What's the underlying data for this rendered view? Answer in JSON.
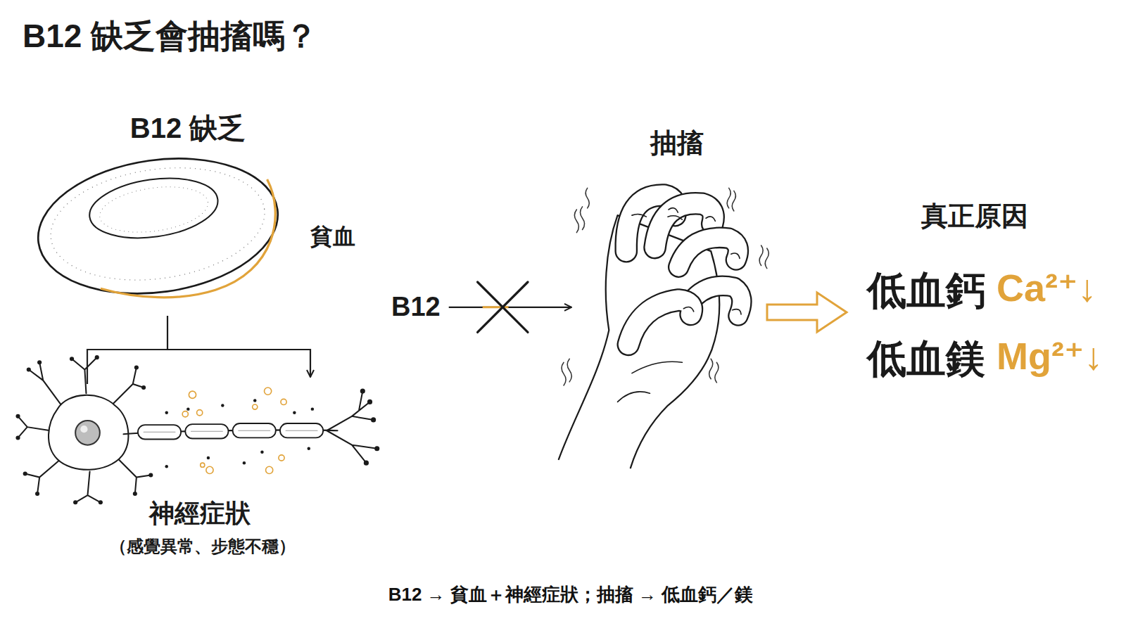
{
  "diagram": {
    "title": "B12 缺乏會抽搐嗎？",
    "caption": "B12 → 貧血＋神經症狀；抽搐 → 低血鈣／鎂",
    "nodes": [
      {
        "text": [
          "B12 缺乏",
          "貧血"
        ]
      },
      {
        "text": [
          "神經症狀",
          "（感覺異常、步態不穩）"
        ]
      },
      {
        "text": [
          "B12"
        ]
      },
      {
        "text": [
          "抽搐"
        ]
      },
      {
        "text": [
          "真正原因",
          "低血鈣",
          "Ca²⁺↓",
          "低血鎂",
          "Mg²⁺↓"
        ]
      }
    ],
    "edges": [
      {
        "from": 0,
        "to": 1,
        "arrow": "to"
      },
      {
        "from": 2,
        "to": 3,
        "arrow": "to"
      },
      {
        "from": 3,
        "to": 4,
        "arrow": "to"
      }
    ]
  }
}
